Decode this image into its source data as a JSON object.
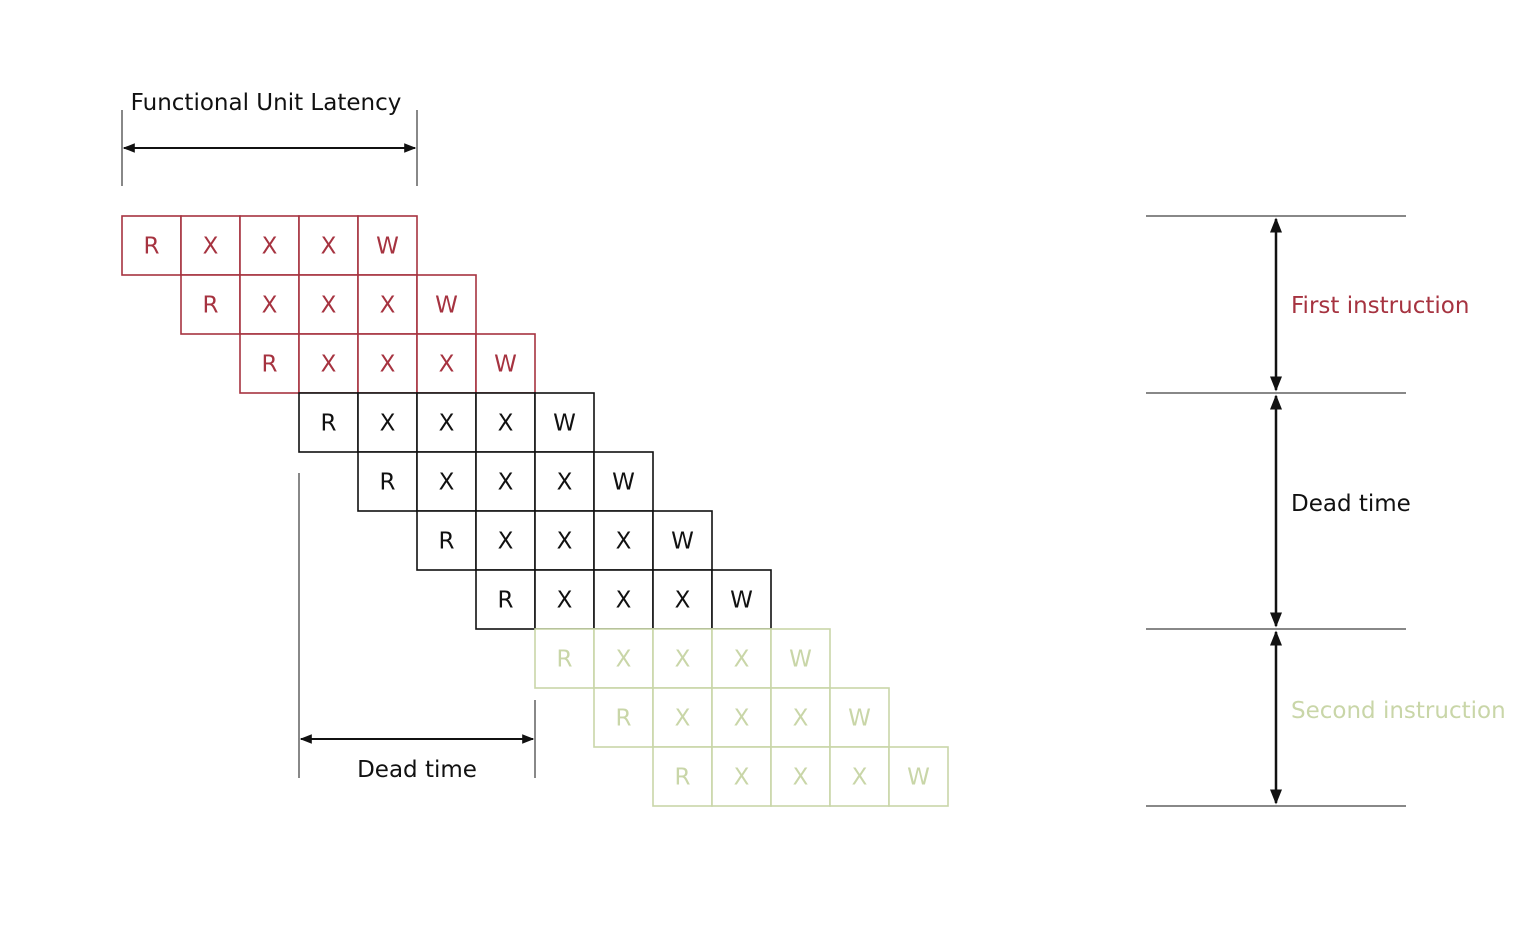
{
  "colors": {
    "first": "#a63340",
    "dead": "#111111",
    "second": "#c9d6a8",
    "line": "#111111"
  },
  "labels": {
    "latency": "Functional Unit Latency",
    "dead_time": "Dead time"
  },
  "legend": {
    "first": "First instruction",
    "dead": "Dead time",
    "second": "Second instruction"
  },
  "pipeline": {
    "stages": [
      "R",
      "X",
      "X",
      "X",
      "W"
    ],
    "rows": [
      {
        "group": "first"
      },
      {
        "group": "first"
      },
      {
        "group": "first"
      },
      {
        "group": "dead"
      },
      {
        "group": "dead"
      },
      {
        "group": "dead"
      },
      {
        "group": "dead"
      },
      {
        "group": "second"
      },
      {
        "group": "second"
      },
      {
        "group": "second"
      }
    ]
  }
}
